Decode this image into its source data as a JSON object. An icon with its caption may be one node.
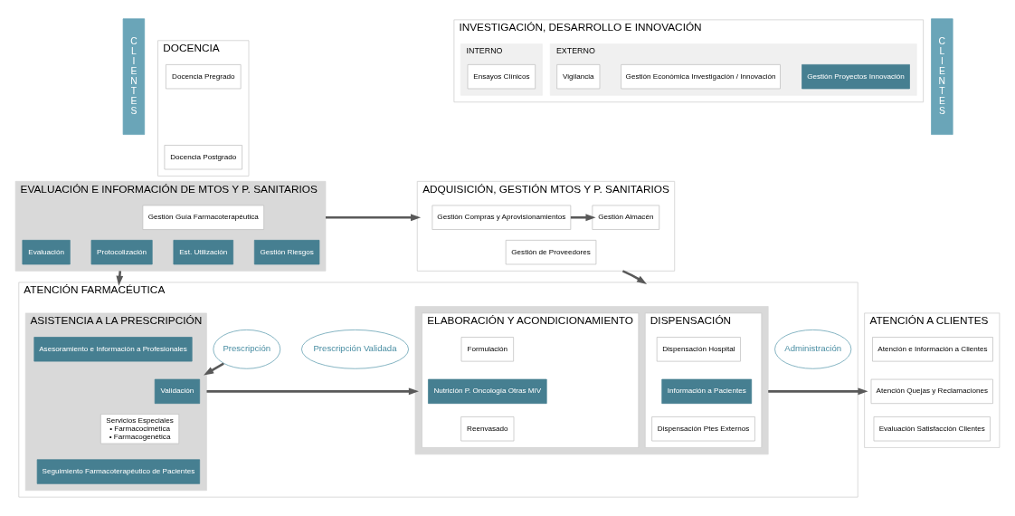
{
  "diagram": {
    "nodes": [
      {
        "text": [
          "CLIENTES"
        ]
      },
      {
        "text": [
          "DOCENCIA"
        ]
      },
      {
        "text": [
          "Docencia Pregrado"
        ],
        "in": 1
      },
      {
        "text": [
          "Docencia Postgrado"
        ],
        "in": 1
      },
      {
        "text": [
          "INVESTIGACIÓN, DESARROLLO E INNOVACIÓN"
        ]
      },
      {
        "text": [
          "INTERNO"
        ],
        "in": 4
      },
      {
        "text": [
          "Ensayos Clínicos"
        ],
        "in": 5
      },
      {
        "text": [
          "EXTERNO"
        ],
        "in": 4
      },
      {
        "text": [
          "Vigilancia"
        ],
        "in": 7
      },
      {
        "text": [
          "Gestión Económica Investigación / Innovación"
        ],
        "in": 7
      },
      {
        "text": [
          "Gestión Proyectos Innovación"
        ],
        "in": 7
      },
      {
        "text": [
          "EVALUACIÓN E INFORMACIÓN DE MTOS Y P. SANITARIOS"
        ]
      },
      {
        "text": [
          "Gestión Guía Farmacoterapéutica"
        ],
        "in": 11
      },
      {
        "text": [
          "Evaluación"
        ],
        "in": 11
      },
      {
        "text": [
          "Protocolización"
        ],
        "in": 11
      },
      {
        "text": [
          "Est. Utilización"
        ],
        "in": 11
      },
      {
        "text": [
          "Gestión Riesgos"
        ],
        "in": 11
      },
      {
        "text": [
          "ADQUISICIÓN, GESTIÓN MTOS Y P. SANITARIOS"
        ]
      },
      {
        "text": [
          "Gestión Compras y Aprovisionamientos"
        ],
        "in": 17
      },
      {
        "text": [
          "Gestión Almacén"
        ],
        "in": 17
      },
      {
        "text": [
          "Gestión de Proveedores"
        ],
        "in": 17
      },
      {
        "text": [
          "ATENCIÓN FARMACÉUTICA"
        ]
      },
      {
        "text": [
          "Prescripción"
        ],
        "in": 21
      },
      {
        "text": [
          "ASISTENCIA A LA PRESCRIPCIÓN"
        ],
        "in": 21
      },
      {
        "text": [
          "Asesoramiento e Información a Profesionales"
        ],
        "in": 23
      },
      {
        "text": [
          "Validación"
        ],
        "in": 23
      },
      {
        "text": [
          "Servicios Especiales",
          "• Farmacocimética",
          "• Farmacogenética"
        ],
        "in": 23
      },
      {
        "text": [
          "Seguimiento Farmacoterapéutico de Pacientes"
        ],
        "in": 23
      },
      {
        "text": [
          "Prescripción Validada"
        ],
        "in": 21
      },
      {
        "text": [],
        "shape": "box",
        "in": 21
      },
      {
        "text": [
          "ELABORACIÓN Y ACONDICIONAMIENTO"
        ],
        "in": 29
      },
      {
        "text": [
          "Formulación"
        ],
        "in": 30
      },
      {
        "text": [
          "Nutrición P. Oncología Otras MIV"
        ],
        "in": 30
      },
      {
        "text": [
          "Reenvasado"
        ],
        "in": 30
      },
      {
        "text": [
          "DISPENSACIÓN"
        ],
        "in": 29
      },
      {
        "text": [
          "Dispensación Hospital"
        ],
        "in": 34
      },
      {
        "text": [
          "Información a Pacientes"
        ],
        "in": 34
      },
      {
        "text": [
          "Dispensación Ptes Externos"
        ],
        "in": 34
      },
      {
        "text": [
          "Administración"
        ],
        "in": 21
      },
      {
        "text": [
          "ATENCIÓN A CLIENTES"
        ]
      },
      {
        "text": [
          "Atención e Información a Clientes"
        ],
        "in": 39
      },
      {
        "text": [
          "Atención Quejas y Reclamaciones"
        ],
        "in": 39
      },
      {
        "text": [
          "Evaluación Satisfacción Clientes"
        ],
        "in": 39
      },
      {
        "text": [
          "CLIENTES"
        ]
      }
    ],
    "edges": [
      {
        "from": 11,
        "to": 17,
        "arrow": "to"
      },
      {
        "from": 18,
        "to": 19,
        "arrow": "to"
      },
      {
        "from": 11,
        "to": 21,
        "arrow": "to"
      },
      {
        "from": 17,
        "to": 21,
        "arrow": "to"
      },
      {
        "from": 22,
        "to": 23,
        "arrow": "to"
      },
      {
        "from": 23,
        "to": 29,
        "arrow": "to"
      },
      {
        "from": 29,
        "to": 39,
        "arrow": "to"
      }
    ]
  }
}
